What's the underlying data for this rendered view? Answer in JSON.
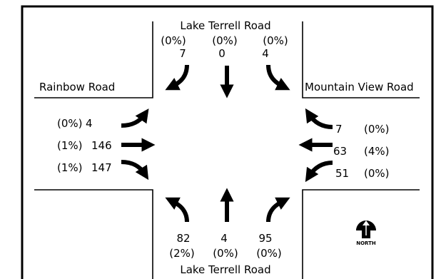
{
  "roads": {
    "north": "Lake Terrell Road",
    "south": "Lake Terrell Road",
    "west": "Rainbow Road",
    "east": "Mountain View Road"
  },
  "north_approach": {
    "right": {
      "volume": "7",
      "percent": "(0%)"
    },
    "through": {
      "volume": "0",
      "percent": "(0%)"
    },
    "left": {
      "volume": "4",
      "percent": "(0%)"
    }
  },
  "west_approach": {
    "left": {
      "volume": "4",
      "percent": "(0%)"
    },
    "through": {
      "volume": "146",
      "percent": "(1%)"
    },
    "right": {
      "volume": "147",
      "percent": "(1%)"
    }
  },
  "east_approach": {
    "right": {
      "volume": "7",
      "percent": "(0%)"
    },
    "through": {
      "volume": "63",
      "percent": "(4%)"
    },
    "left": {
      "volume": "51",
      "percent": "(0%)"
    }
  },
  "south_approach": {
    "left": {
      "volume": "82",
      "percent": "(2%)"
    },
    "through": {
      "volume": "4",
      "percent": "(0%)"
    },
    "right": {
      "volume": "95",
      "percent": "(0%)"
    }
  },
  "north_arrow": {
    "label": "NORTH",
    "icon": "north-arrow-icon"
  }
}
